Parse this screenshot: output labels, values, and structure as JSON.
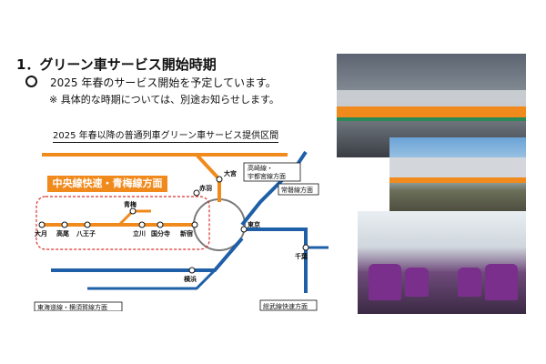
{
  "document": {
    "heading": "1．グリーン車サービス開始時期",
    "bullet_text": "2025 年春のサービス開始を予定しています。",
    "note_text": "※ 具体的な時期については、別途お知らせします。",
    "map_title": "2025 年春以降の普通列車グリーン車サービス提供区間"
  },
  "map": {
    "orange_label": "中央線快速・青梅線方面",
    "stations": {
      "omiya": "大宮",
      "akabane": "赤羽",
      "shinjuku": "新宿",
      "tokyo": "東京",
      "tachikawa": "立川",
      "kokubunji": "国分寺",
      "hachioji": "八王子",
      "otsuki": "大月",
      "takao": "高尾",
      "ome": "青梅",
      "yokohama": "横浜",
      "chiba": "千葉"
    },
    "boxes": {
      "takasaki": "高崎線・\n宇都宮線方面",
      "joban": "常磐線方面",
      "tokaido": "東海道線・横須賀線方面",
      "sobu": "総武線快速方面"
    },
    "colors": {
      "chuo": "#f08a1c",
      "takasaki": "#f08a1c",
      "joban": "#1f5fa8",
      "sobu": "#1f5fa8",
      "tokaido": "#1f5fa8",
      "yamanote": "#7a7a7a"
    }
  },
  "photos": {
    "icons": [
      "train-platform-photo",
      "train-exterior-photo",
      "train-interior-photo"
    ]
  }
}
